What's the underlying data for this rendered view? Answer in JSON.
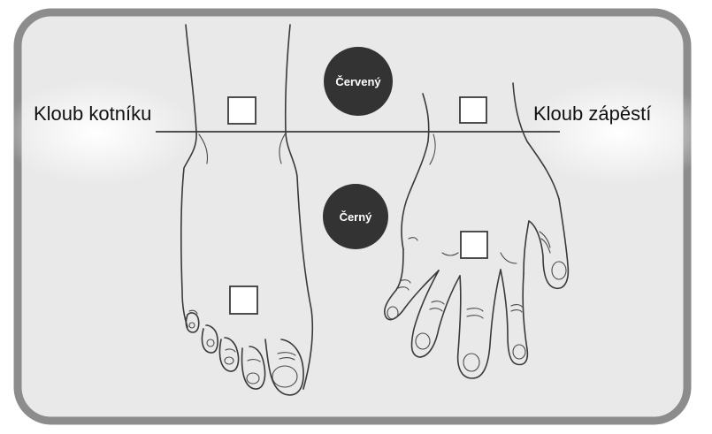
{
  "labels": {
    "ankle": "Kloub kotníku",
    "wrist": "Kloub zápěstí"
  },
  "electrodes": {
    "red_label": "Červený",
    "black_label": "Černý"
  },
  "colors": {
    "panel_fill": "#e9e9e9",
    "panel_border": "#8c8c8c",
    "electrode_circle": "#333333",
    "line": "#3a3a3a"
  }
}
